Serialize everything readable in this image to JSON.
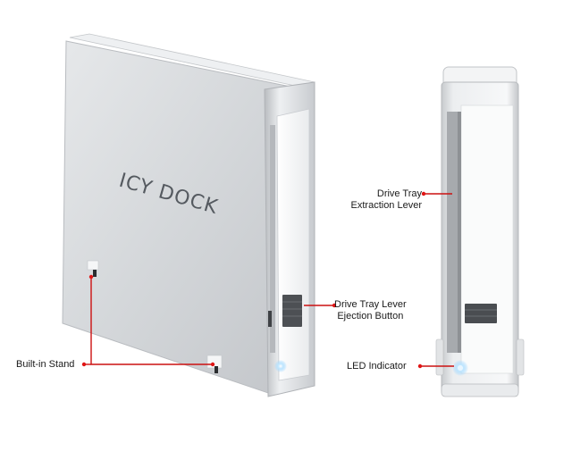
{
  "product": {
    "brand_logo_text": "ICY DOCK"
  },
  "callouts": {
    "built_in_stand": "Built-in Stand",
    "drive_tray_lever_line1": "Drive Tray Lever",
    "drive_tray_lever_line2": "Ejection Button",
    "drive_tray_extraction_line1": "Drive Tray",
    "drive_tray_extraction_line2": "Extraction Lever",
    "led_indicator": "LED Indicator"
  },
  "colors": {
    "callout_line": "#cc1111",
    "callout_dot": "#e01515",
    "enclosure_aluminum": "#d8dadc",
    "front_panel": "#f2f3f4",
    "led_glow": "#8fd0ff"
  }
}
